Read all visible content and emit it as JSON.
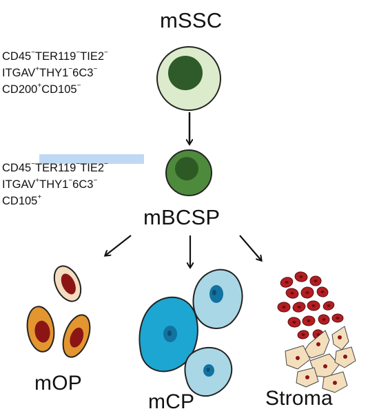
{
  "nodes": {
    "mssc": {
      "label": "mSSC",
      "markers": [
        [
          {
            "name": "CD45",
            "sign": "−"
          },
          {
            "name": "TER119",
            "sign": "−"
          },
          {
            "name": "TIE2",
            "sign": "−"
          }
        ],
        [
          {
            "name": "ITGAV",
            "sign": "+"
          },
          {
            "name": "THY1",
            "sign": "−"
          },
          {
            "name": "6C3",
            "sign": "−"
          }
        ],
        [
          {
            "name": "CD200",
            "sign": "+"
          },
          {
            "name": "CD105",
            "sign": "−"
          }
        ]
      ]
    },
    "mbcsp": {
      "label": "mBCSP",
      "markers": [
        [
          {
            "name": "CD45",
            "sign": "−"
          },
          {
            "name": "TER119",
            "sign": "−"
          },
          {
            "name": "TIE2",
            "sign": "−"
          }
        ],
        [
          {
            "name": "ITGAV",
            "sign": "+"
          },
          {
            "name": "THY1",
            "sign": "−"
          },
          {
            "name": "6C3",
            "sign": "−"
          }
        ],
        [
          {
            "name": "CD105",
            "sign": "+"
          }
        ]
      ]
    },
    "mop": {
      "label": "mOP"
    },
    "mcp": {
      "label": "mCP"
    },
    "stroma": {
      "label": "Stroma"
    }
  },
  "colors": {
    "mssc_outer": "#dcebcb",
    "mssc_nucleus": "#2f5a2a",
    "mbcsp_outer": "#4e8a3c",
    "mbcsp_nucleus": "#2d5a24",
    "mop_body": "#e3962f",
    "mop_pale": "#f3dcc0",
    "mop_nucleus": "#8b1515",
    "mcp_body": "#1ea6d2",
    "mcp_pale": "#a9d7e6",
    "mcp_nucleus": "#1273a0",
    "stroma_red": "#b21e22",
    "stroma_fibro": "#f4dfbd",
    "stroma_dot": "#8b1515",
    "highlight": "#bcd7f4"
  }
}
